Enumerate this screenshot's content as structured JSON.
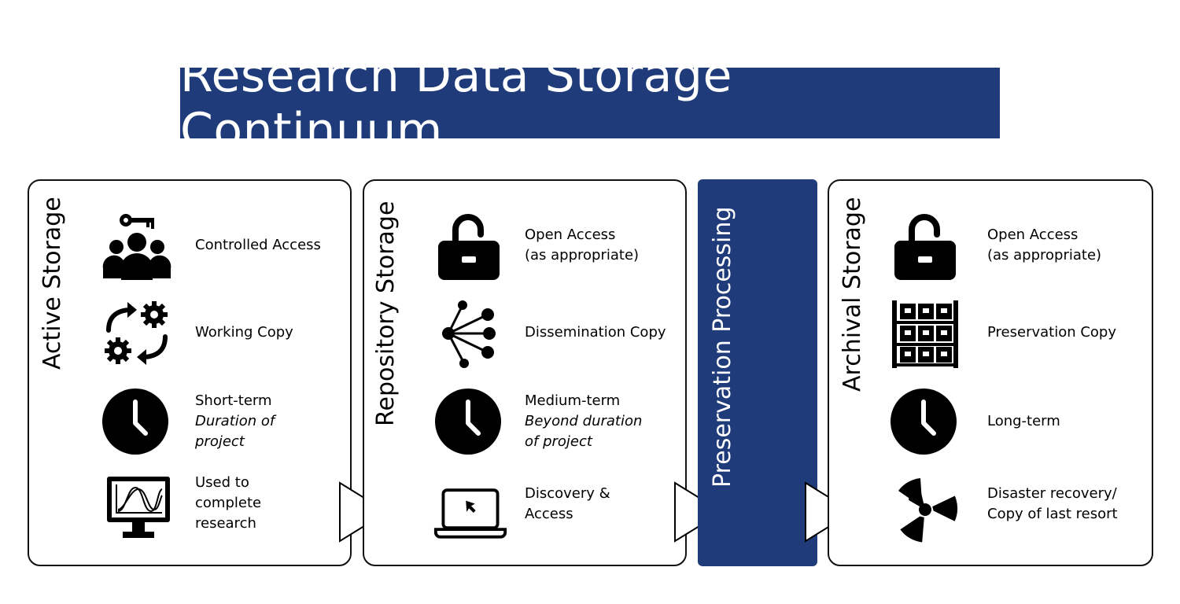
{
  "title": "Research Data Storage Continuum",
  "panels": {
    "active": {
      "title": "Active Storage",
      "items": [
        {
          "icon": "key-group-icon",
          "lines": [
            "Controlled Access"
          ]
        },
        {
          "icon": "workflow-gears-icon",
          "lines": [
            "Working Copy"
          ]
        },
        {
          "icon": "clock-icon",
          "lines": [
            "Short-term",
            "Duration of",
            "project"
          ]
        },
        {
          "icon": "monitor-chart-icon",
          "lines": [
            "Used to",
            "complete",
            "research"
          ]
        }
      ]
    },
    "repository": {
      "title": "Repository Storage",
      "items": [
        {
          "icon": "open-lock-icon",
          "lines": [
            "Open Access",
            "(as appropriate)"
          ]
        },
        {
          "icon": "network-share-icon",
          "lines": [
            "Dissemination Copy"
          ]
        },
        {
          "icon": "clock-icon",
          "lines": [
            "Medium-term",
            "Beyond duration",
            "of project"
          ]
        },
        {
          "icon": "laptop-cursor-icon",
          "lines": [
            "Discovery &",
            "Access"
          ]
        }
      ]
    },
    "preservation": {
      "title": "Preservation Processing"
    },
    "archival": {
      "title": "Archival Storage",
      "items": [
        {
          "icon": "open-lock-icon",
          "lines": [
            "Open Access",
            "(as appropriate)"
          ]
        },
        {
          "icon": "shelves-icon",
          "lines": [
            "Preservation Copy"
          ]
        },
        {
          "icon": "clock-icon",
          "lines": [
            "Long-term"
          ]
        },
        {
          "icon": "radiation-icon",
          "lines": [
            "Disaster recovery/",
            "Copy of last resort"
          ]
        }
      ]
    }
  },
  "colors": {
    "banner": "#1f3b7a",
    "preservation_column": "#1f3b7a",
    "icon": "#000000"
  }
}
